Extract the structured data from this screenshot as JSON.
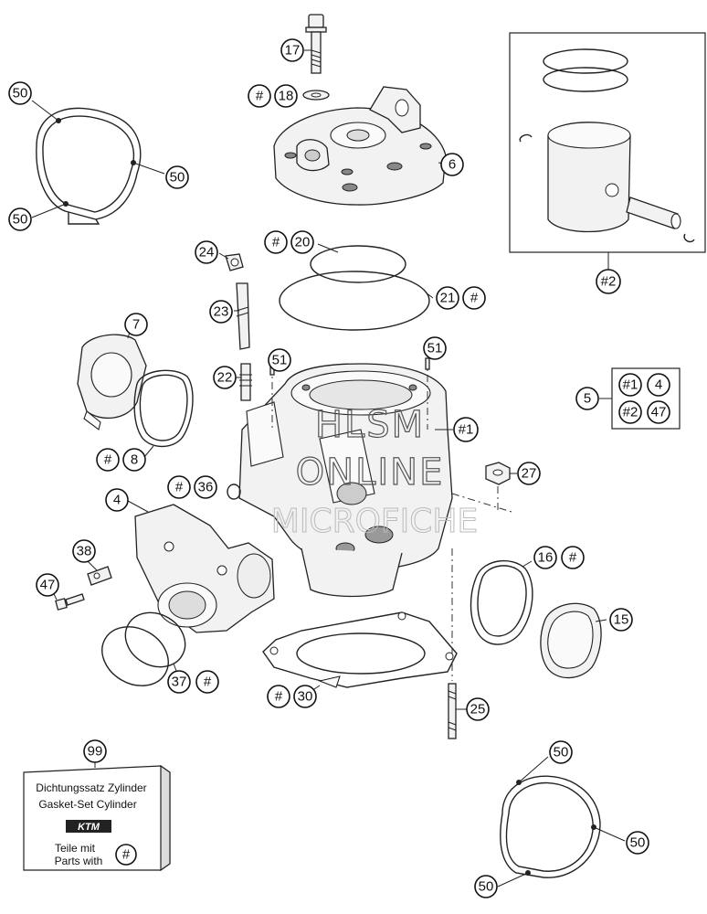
{
  "callouts": {
    "c17": "17",
    "c18_hash": "#",
    "c18": "18",
    "c6": "6",
    "c50_tl_top": "50",
    "c50_tl_right": "50",
    "c50_tl_bottom": "50",
    "c24": "24",
    "c20_hash": "#",
    "c20": "20",
    "c21": "21",
    "c21_hash": "#",
    "c23": "23",
    "c7": "7",
    "c51_left": "51",
    "c51_right": "51",
    "c22": "22",
    "c8_hash": "#",
    "c8": "8",
    "c36_hash": "#",
    "c36": "36",
    "c1": "#1",
    "c27": "27",
    "c4": "4",
    "c38": "38",
    "c47": "47",
    "c16": "16",
    "c16_hash": "#",
    "c15": "15",
    "c37": "37",
    "c37_hash": "#",
    "c30_hash": "#",
    "c30": "30",
    "c25": "25",
    "c99": "99",
    "c2": "#2",
    "c5": "5",
    "c50_br_top": "50",
    "c50_br_right": "50",
    "c50_br_bottom": "50"
  },
  "kit_box": {
    "k1": "#1",
    "k4": "4",
    "k2": "#2",
    "k47": "47"
  },
  "gasket_kit": {
    "line1": "Dichtungssatz Zylinder",
    "line2": "Gasket-Set Cylinder",
    "brand": "KTM",
    "line3": "Teile mit",
    "line4": "Parts with",
    "hash": "#"
  },
  "watermark": {
    "line1": "HLSM",
    "line2": "ONLINE",
    "line3": "MICROFICHE"
  }
}
